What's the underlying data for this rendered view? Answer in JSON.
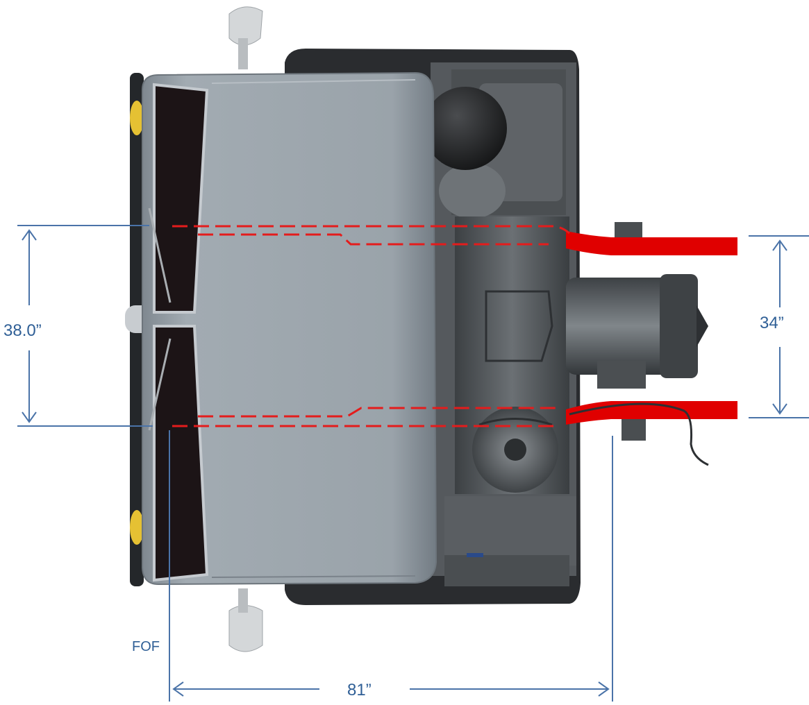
{
  "dimensions": {
    "left_width": "38.0”",
    "right_width": "34”",
    "length": "81”",
    "reference_label": "FOF"
  },
  "colors": {
    "dimension_line": "#4a73a8",
    "dimension_text": "#2f5f96",
    "frame_rail": "#e00000",
    "hidden_rail_dash": "#e41c1c",
    "cab_body": "#98a1a9",
    "dark_body": "#2a2c2f",
    "background": "#ffffff"
  }
}
